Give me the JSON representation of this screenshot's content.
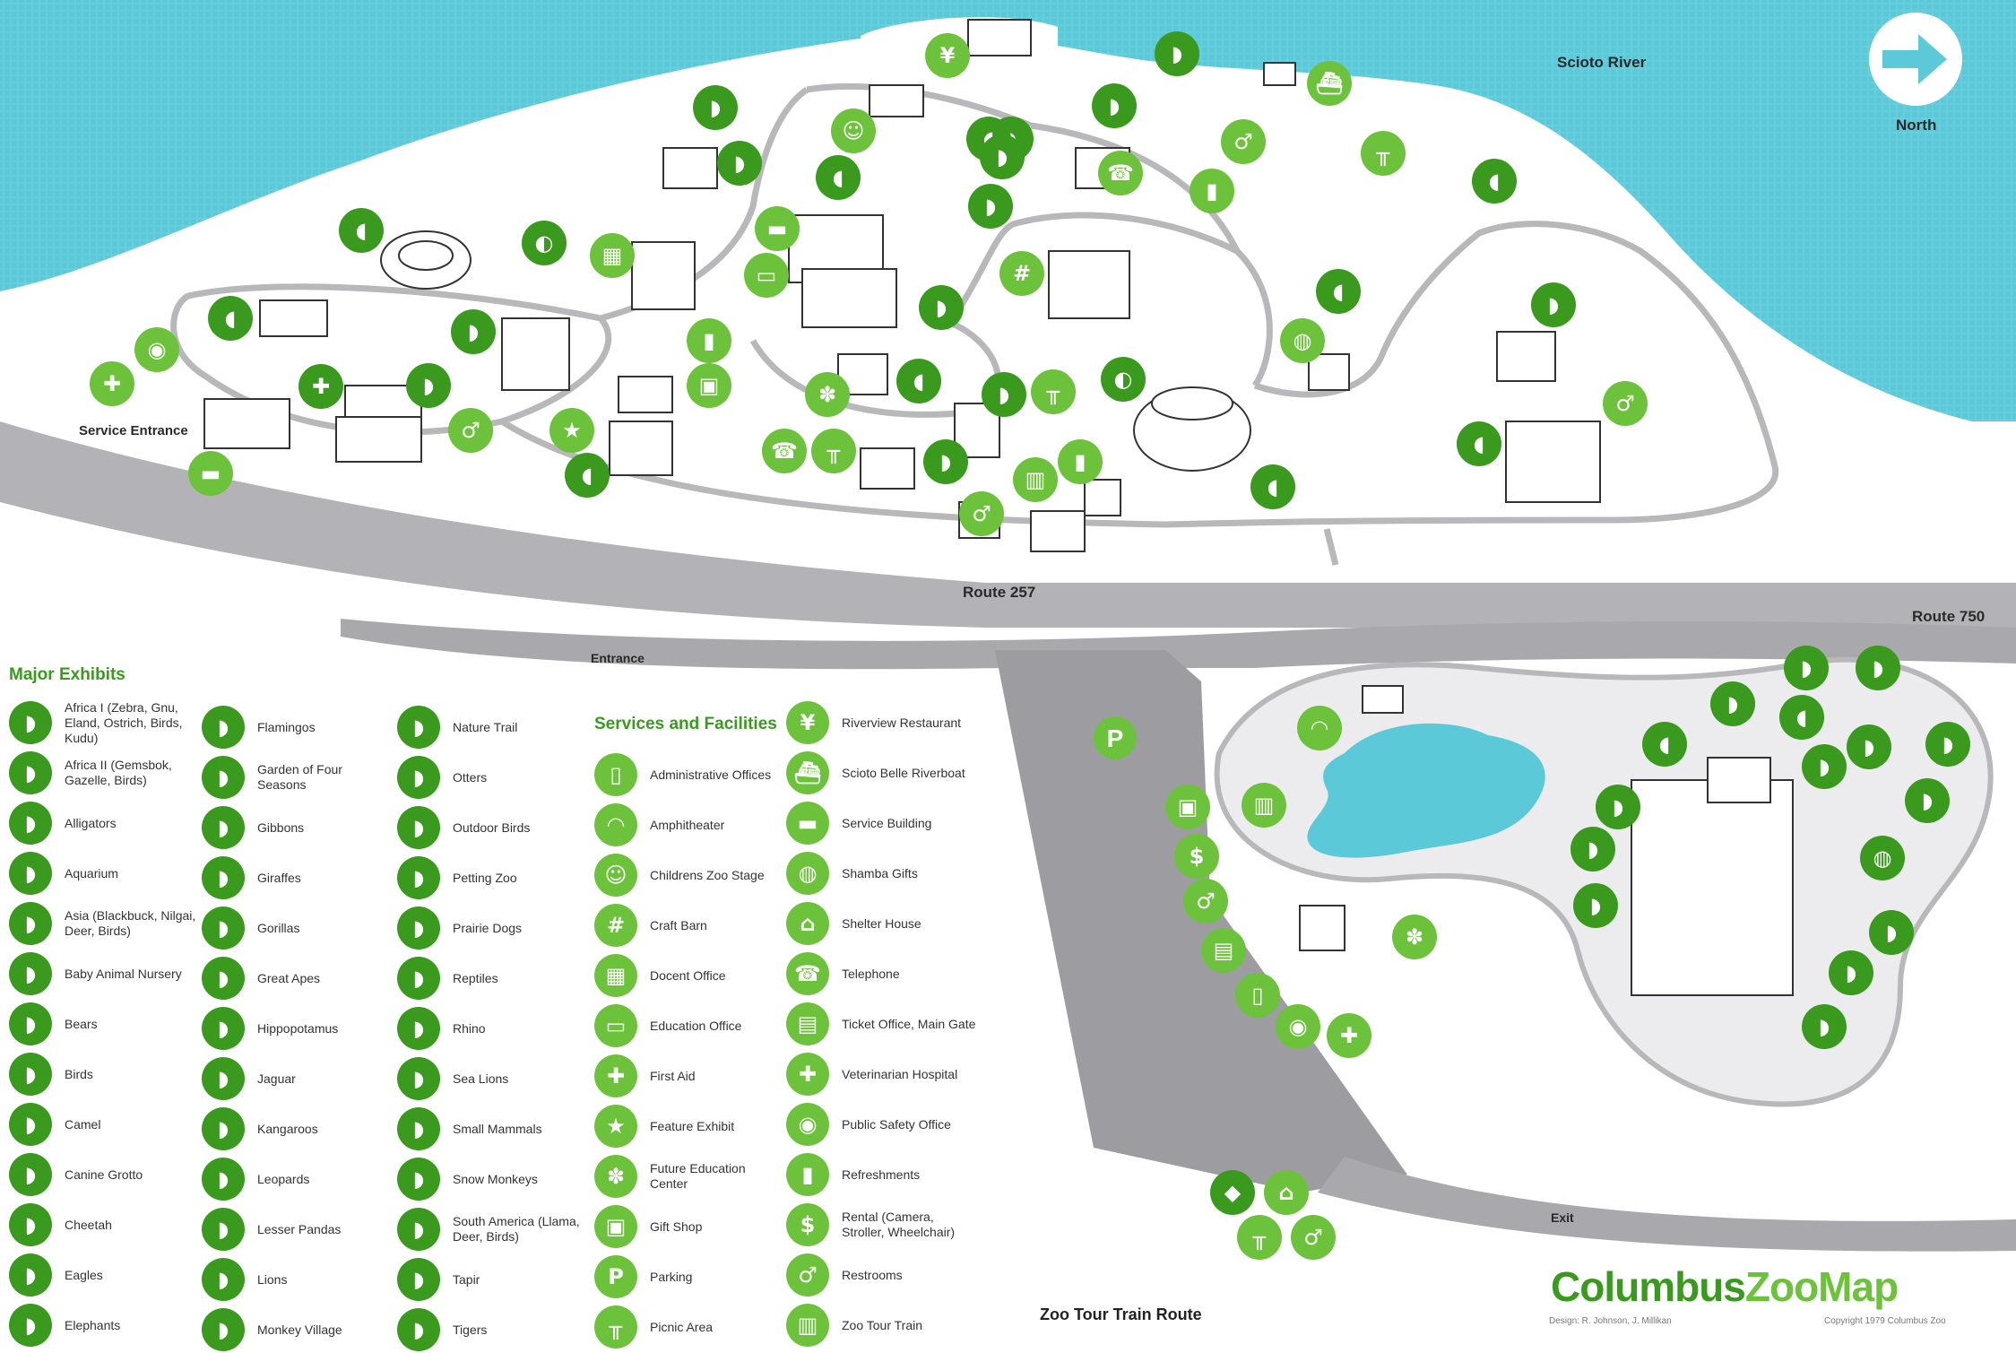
{
  "title": {
    "part1": "Columbus",
    "part2": "ZooMap"
  },
  "credit_design": "Design: R. Johnson, J. Millikan",
  "credit_copyright": "Copyright 1979 Columbus Zoo",
  "labels": {
    "scioto_river": "Scioto River",
    "north": "North",
    "service_entrance": "Service Entrance",
    "route_257": "Route 257",
    "route_750": "Route 750",
    "entrance": "Entrance",
    "exit": "Exit",
    "zoo_tour_train_route": "Zoo Tour Train Route",
    "parking_letter": "P"
  },
  "legend": {
    "major_exhibits_title": "Major Exhibits",
    "services_title": "Services and Facilities",
    "col1": [
      {
        "label": "Africa I (Zebra, Gnu, Eland, Ostrich, Birds, Kudu)",
        "icon": "zebra-icon"
      },
      {
        "label": "Africa II (Gemsbok, Gazelle, Birds)",
        "icon": "gemsbok-icon"
      },
      {
        "label": "Alligators",
        "icon": "alligator-icon"
      },
      {
        "label": "Aquarium",
        "icon": "fish-icon"
      },
      {
        "label": "Asia (Blackbuck, Nilgai, Deer, Birds)",
        "icon": "blackbuck-icon"
      },
      {
        "label": "Baby Animal Nursery",
        "icon": "baby-animal-icon"
      },
      {
        "label": "Bears",
        "icon": "bear-icon"
      },
      {
        "label": "Birds",
        "icon": "bird-icon"
      },
      {
        "label": "Camel",
        "icon": "camel-icon"
      },
      {
        "label": "Canine Grotto",
        "icon": "wolf-icon"
      },
      {
        "label": "Cheetah",
        "icon": "cheetah-icon"
      },
      {
        "label": "Eagles",
        "icon": "eagle-icon"
      },
      {
        "label": "Elephants",
        "icon": "elephant-icon"
      }
    ],
    "col2": [
      {
        "label": "Flamingos",
        "icon": "flamingo-icon"
      },
      {
        "label": "Garden of Four Seasons",
        "icon": "flower-icon"
      },
      {
        "label": "Gibbons",
        "icon": "gibbon-icon"
      },
      {
        "label": "Giraffes",
        "icon": "giraffe-icon"
      },
      {
        "label": "Gorillas",
        "icon": "gorilla-icon"
      },
      {
        "label": "Great Apes",
        "icon": "ape-icon"
      },
      {
        "label": "Hippopotamus",
        "icon": "hippo-icon"
      },
      {
        "label": "Jaguar",
        "icon": "jaguar-icon"
      },
      {
        "label": "Kangaroos",
        "icon": "kangaroo-icon"
      },
      {
        "label": "Leopards",
        "icon": "leopard-icon"
      },
      {
        "label": "Lesser Pandas",
        "icon": "panda-icon"
      },
      {
        "label": "Lions",
        "icon": "lion-icon"
      },
      {
        "label": "Monkey Village",
        "icon": "monkey-icon"
      }
    ],
    "col3": [
      {
        "label": "Nature Trail",
        "icon": "leaf-icon"
      },
      {
        "label": "Otters",
        "icon": "otter-icon"
      },
      {
        "label": "Outdoor Birds",
        "icon": "outdoor-bird-icon"
      },
      {
        "label": "Petting Zoo",
        "icon": "goat-icon"
      },
      {
        "label": "Prairie Dogs",
        "icon": "prairie-dog-icon"
      },
      {
        "label": "Reptiles",
        "icon": "reptile-icon"
      },
      {
        "label": "Rhino",
        "icon": "rhino-icon"
      },
      {
        "label": "Sea Lions",
        "icon": "sea-lion-icon"
      },
      {
        "label": "Small Mammals",
        "icon": "small-mammal-icon"
      },
      {
        "label": "Snow Monkeys",
        "icon": "snow-monkey-icon"
      },
      {
        "label": "South America (Llama, Deer, Birds)",
        "icon": "llama-icon"
      },
      {
        "label": "Tapir",
        "icon": "tapir-icon"
      },
      {
        "label": "Tigers",
        "icon": "tiger-icon"
      }
    ],
    "col4": [
      {
        "label": "Administrative Offices",
        "icon": "door-icon",
        "glyph": "▯"
      },
      {
        "label": "Amphitheater",
        "icon": "amphitheater-icon",
        "glyph": "◠"
      },
      {
        "label": "Childrens Zoo Stage",
        "icon": "children-icon",
        "glyph": "☺"
      },
      {
        "label": "Craft Barn",
        "icon": "craft-icon",
        "glyph": "#"
      },
      {
        "label": "Docent Office",
        "icon": "docent-icon",
        "glyph": "▦"
      },
      {
        "label": "Education Office",
        "icon": "book-icon",
        "glyph": "▭"
      },
      {
        "label": "First Aid",
        "icon": "first-aid-icon",
        "glyph": "✚"
      },
      {
        "label": "Feature Exhibit",
        "icon": "star-icon",
        "glyph": "★"
      },
      {
        "label": "Future Education Center",
        "icon": "flower-center-icon",
        "glyph": "✽"
      },
      {
        "label": "Gift Shop",
        "icon": "gift-icon",
        "glyph": "▣"
      },
      {
        "label": "Parking",
        "icon": "parking-icon",
        "glyph": "P"
      },
      {
        "label": "Picnic Area",
        "icon": "picnic-icon",
        "glyph": "╥"
      }
    ],
    "col5": [
      {
        "label": "Riverview Restaurant",
        "icon": "fork-knife-icon",
        "glyph": "¥"
      },
      {
        "label": "Scioto Belle Riverboat",
        "icon": "boat-icon",
        "glyph": "⛴"
      },
      {
        "label": "Service Building",
        "icon": "truck-icon",
        "glyph": "▬"
      },
      {
        "label": "Shamba Gifts",
        "icon": "mask-icon",
        "glyph": "◍"
      },
      {
        "label": "Shelter House",
        "icon": "shelter-icon",
        "glyph": "⌂"
      },
      {
        "label": "Telephone",
        "icon": "telephone-icon",
        "glyph": "☎"
      },
      {
        "label": "Ticket Office, Main Gate",
        "icon": "ticket-icon",
        "glyph": "▤"
      },
      {
        "label": "Veterinarian Hospital",
        "icon": "paw-cross-icon",
        "glyph": "✚"
      },
      {
        "label": "Public Safety Office",
        "icon": "police-icon",
        "glyph": "◉"
      },
      {
        "label": "Refreshments",
        "icon": "cup-icon",
        "glyph": "▮"
      },
      {
        "label": "Rental (Camera, Stroller, Wheelchair)",
        "icon": "dollar-icon",
        "glyph": "$"
      },
      {
        "label": "Restrooms",
        "icon": "restroom-icon",
        "glyph": "♂"
      },
      {
        "label": "Zoo Tour Train",
        "icon": "train-icon",
        "glyph": "▥"
      }
    ]
  },
  "colors": {
    "river": "#5bc8d8",
    "grass": "#ffffff",
    "road": "#a9a9ad",
    "exhibit_green": "#3a9a1e",
    "service_green": "#6cc23a"
  }
}
